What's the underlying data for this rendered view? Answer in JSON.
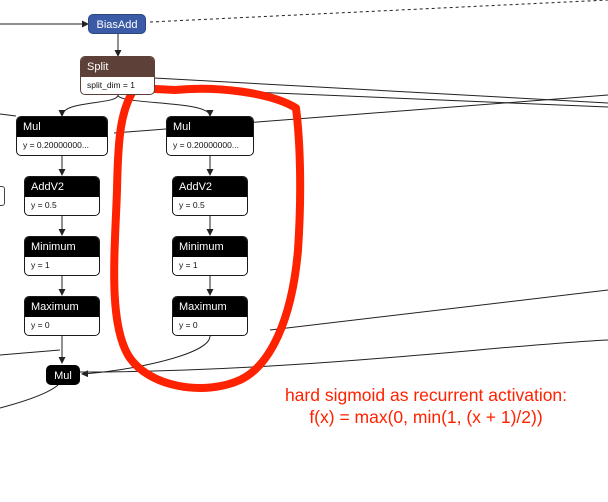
{
  "graph": {
    "bias_add": {
      "label": "BiasAdd"
    },
    "split": {
      "label": "Split",
      "attr": "split_dim = 1"
    },
    "left_branch": [
      {
        "op": "Mul",
        "attr": "y = 0.20000000..."
      },
      {
        "op": "AddV2",
        "attr": "y = 0.5"
      },
      {
        "op": "Minimum",
        "attr": "y = 1"
      },
      {
        "op": "Maximum",
        "attr": "y = 0"
      }
    ],
    "right_branch": [
      {
        "op": "Mul",
        "attr": "y = 0.20000000..."
      },
      {
        "op": "AddV2",
        "attr": "y = 0.5"
      },
      {
        "op": "Minimum",
        "attr": "y = 1"
      },
      {
        "op": "Maximum",
        "attr": "y = 0"
      }
    ],
    "output_mul": {
      "label": "Mul"
    }
  },
  "annotation": {
    "line1": "hard sigmoid as recurrent activation:",
    "line2": "f(x) = max(0, min(1, (x + 1)/2))",
    "color": "#ff2200"
  },
  "colors": {
    "op_node": "#000000",
    "split_node": "#5d4037",
    "bias_add_node": "#3b5ba6",
    "highlight_ring": "#ff2200"
  }
}
